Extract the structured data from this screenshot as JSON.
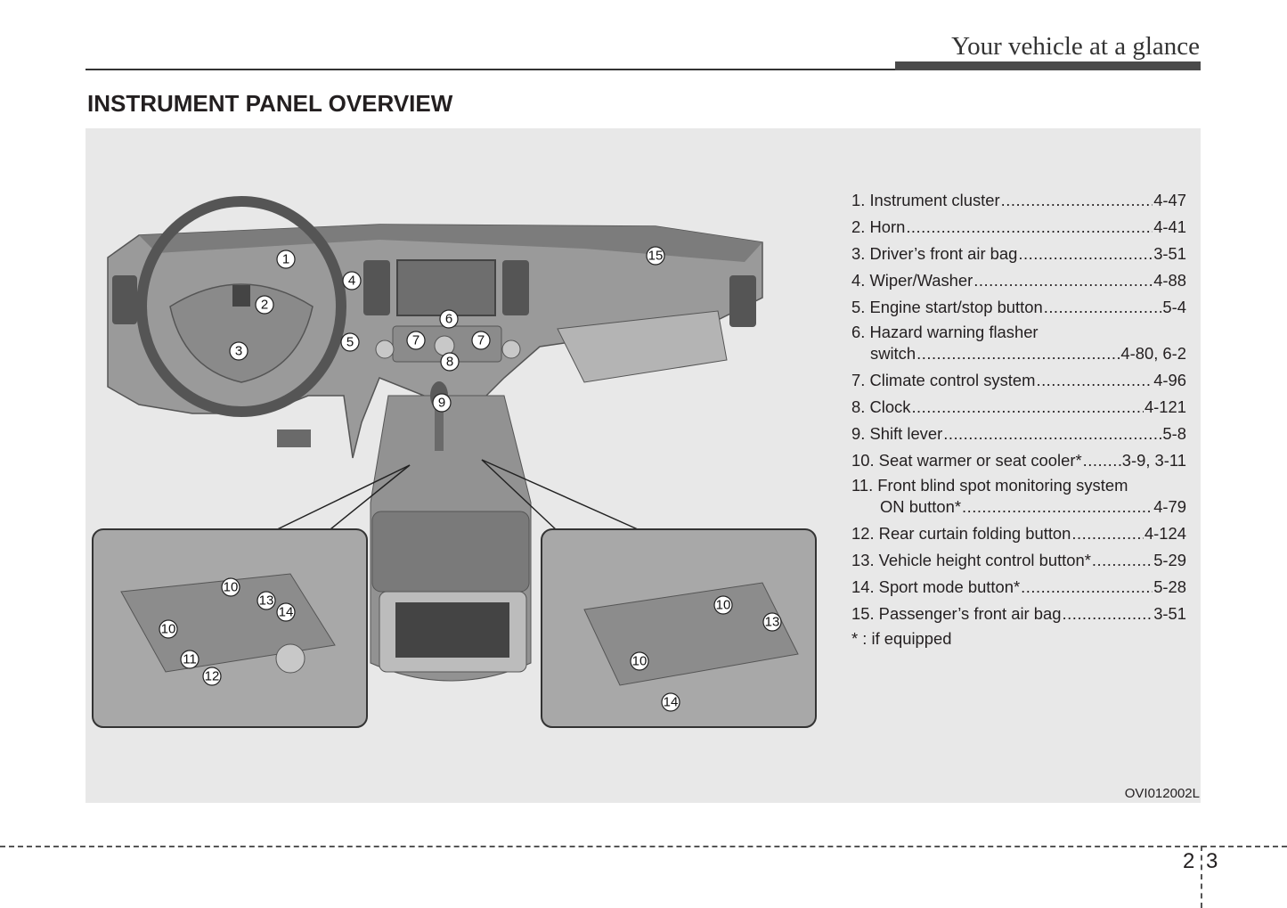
{
  "header": {
    "title": "Your vehicle at a glance"
  },
  "section": {
    "heading": "INSTRUMENT PANEL OVERVIEW"
  },
  "figure": {
    "code": "OVI012002L",
    "callouts": [
      "1",
      "2",
      "3",
      "4",
      "5",
      "6",
      "7",
      "7",
      "8",
      "9",
      "15"
    ],
    "left_inset_callouts": [
      "10",
      "13",
      "14",
      "10",
      "11",
      "12"
    ],
    "right_inset_callouts": [
      "10",
      "13",
      "10",
      "14"
    ]
  },
  "legend": {
    "items": [
      {
        "label": "1. Instrument cluster",
        "page": "4-47"
      },
      {
        "label": "2. Horn ",
        "page": "4-41"
      },
      {
        "label": "3. Driver’s front air bag",
        "page": "3-51"
      },
      {
        "label": "4. Wiper/Washer",
        "page": "4-88"
      },
      {
        "label": "5. Engine start/stop button ",
        "page": "5-4"
      },
      {
        "label": "6. Hazard warning flasher",
        "label2": "switch ",
        "page": "4-80, 6-2"
      },
      {
        "label": "7. Climate control system",
        "page": "4-96"
      },
      {
        "label": "8. Clock ",
        "page": "4-121"
      },
      {
        "label": "9. Shift lever ",
        "page": "5-8"
      },
      {
        "label": "10. Seat warmer or seat cooler* ",
        "page": "3-9, 3-11"
      },
      {
        "label": "11. Front blind spot monitoring system",
        "label2": "ON button* ",
        "page": "4-79"
      },
      {
        "label": "12. Rear curtain folding button ",
        "page": "4-124"
      },
      {
        "label": "13. Vehicle height control button*",
        "page": "5-29"
      },
      {
        "label": "14. Sport mode button* ",
        "page": "5-28"
      },
      {
        "label": "15. Passenger’s front air bag ",
        "page": "3-51"
      }
    ],
    "footnote": "* : if equipped"
  },
  "footer": {
    "chapter": "2",
    "page": "3"
  }
}
